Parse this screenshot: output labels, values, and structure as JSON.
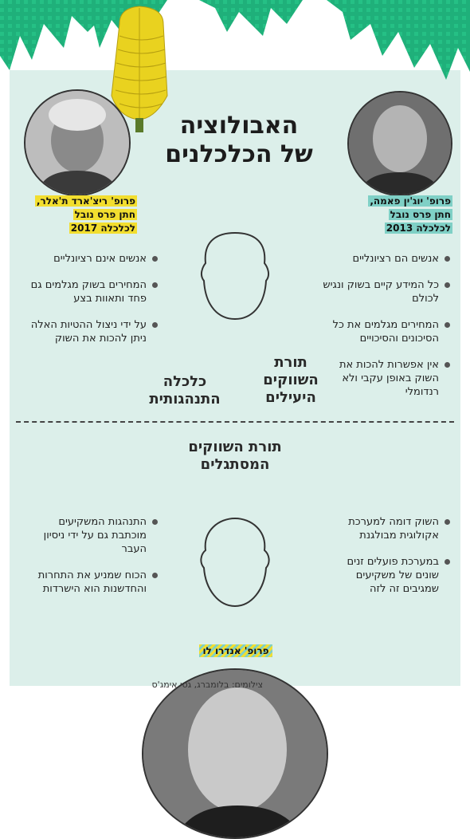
{
  "title": {
    "line1": "האבולוציה",
    "line2": "של הכלכלנים"
  },
  "colors": {
    "yellow": "#f2de2f",
    "teal": "#7fd0c6",
    "background": "#dcefea",
    "leaf": "#1fb07a"
  },
  "left_person": {
    "name": "פרופ' ריצ'ארד ת'אלר,",
    "line2": "חתן פרס נובל",
    "line3": "לכלכלה 2017"
  },
  "right_person": {
    "name": "פרופ' יוג'ין פאמה,",
    "line2": "חתן פרס נובל",
    "line3": "לכלכלה 2013"
  },
  "bottom_person": {
    "name": "פרופ' אנדרו לו"
  },
  "left_bullets_top": [
    "אנשים אינם רציונליים",
    "המחירים בשוק מגלמים גם פחד ותאוות בצע",
    "על ידי ניצול ההטיות האלה ניתן להכות את השוק"
  ],
  "right_bullets_top": [
    "אנשים הם רציונליים",
    "כל המידע קיים בשוק ונגיש לכולם",
    "המחירים מגלמים את כל הסיכונים והסיכויים",
    "אין אפשרות להכות את השוק באופן עקבי ולא רנדומלי"
  ],
  "left_bullets_bottom": [
    "התנהגות המשקיעים מוכתבת גם על ידי ניסיון העבר",
    "הכוח שמניע את התחרות והחדשנות הוא הישרדות"
  ],
  "right_bullets_bottom": [
    "השוק דומה למערכת אקולוגית מבולגנת",
    "במערכת פועלים זנים שונים של משקיעים שמגיבים זה לזה"
  ],
  "figure_labels": {
    "left": {
      "line1": "כלכלה",
      "line2": "התנהגותית"
    },
    "right": {
      "line1": "תורת",
      "line2": "השווקים",
      "line3": "היעילים"
    },
    "bottom": {
      "line1": "תורת השווקים",
      "line2": "המסתגלים"
    }
  },
  "photo_credit": "צילומים: בלומברג, גטי אימג'ס"
}
